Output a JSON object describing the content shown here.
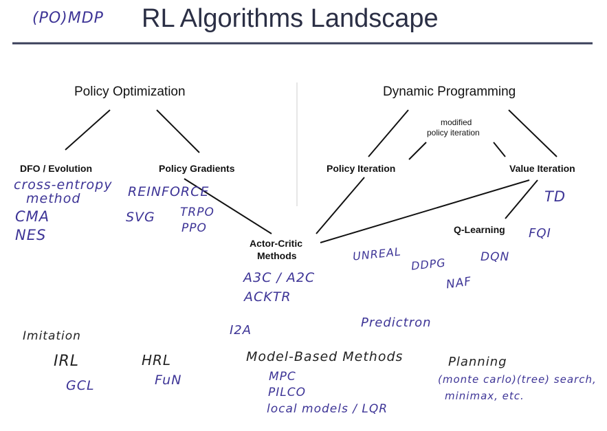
{
  "header": {
    "annotation": "(PO)MDP",
    "title": "RL Algorithms Landscape"
  },
  "branches": {
    "policy_optimization": "Policy Optimization",
    "dynamic_programming": "Dynamic Programming",
    "modified_policy_iteration_line1": "modified",
    "modified_policy_iteration_line2": "policy iteration"
  },
  "nodes": {
    "dfo": "DFO / Evolution",
    "policy_gradients": "Policy Gradients",
    "policy_iteration": "Policy Iteration",
    "value_iteration": "Value Iteration",
    "actor_critic_line1": "Actor-Critic",
    "actor_critic_line2": "Methods",
    "q_learning": "Q-Learning"
  },
  "handwritten": {
    "cross_entropy_line1": "cross-entropy",
    "cross_entropy_line2": "method",
    "cma": "CMA",
    "nes": "NES",
    "reinforce": "REINFORCE",
    "svg": "SVG",
    "trpo": "TRPO",
    "ppo": "PPO",
    "a3c_a2c": "A3C / A2C",
    "acktr": "ACKTR",
    "unreal": "UNREAL",
    "ddpg": "DDPG",
    "naf": "NAF",
    "dqn": "DQN",
    "td": "TD",
    "fqi": "FQI",
    "i2a": "I2A",
    "predictron": "Predictron",
    "imitation": "Imitation",
    "irl": "IRL",
    "gcl": "GCL",
    "hrl": "HRL",
    "fun": "FuN",
    "model_based": "Model-Based Methods",
    "mpc": "MPC",
    "pilco": "PILCO",
    "local_models": "local models / LQR",
    "planning": "Planning",
    "planning_line2": "(monte carlo)(tree) search,",
    "planning_line3": "minimax, etc."
  },
  "colors": {
    "handwriting": "#3d3496",
    "title": "#2b2f45",
    "rule": "#3a3f5a",
    "lines": "#111111"
  }
}
